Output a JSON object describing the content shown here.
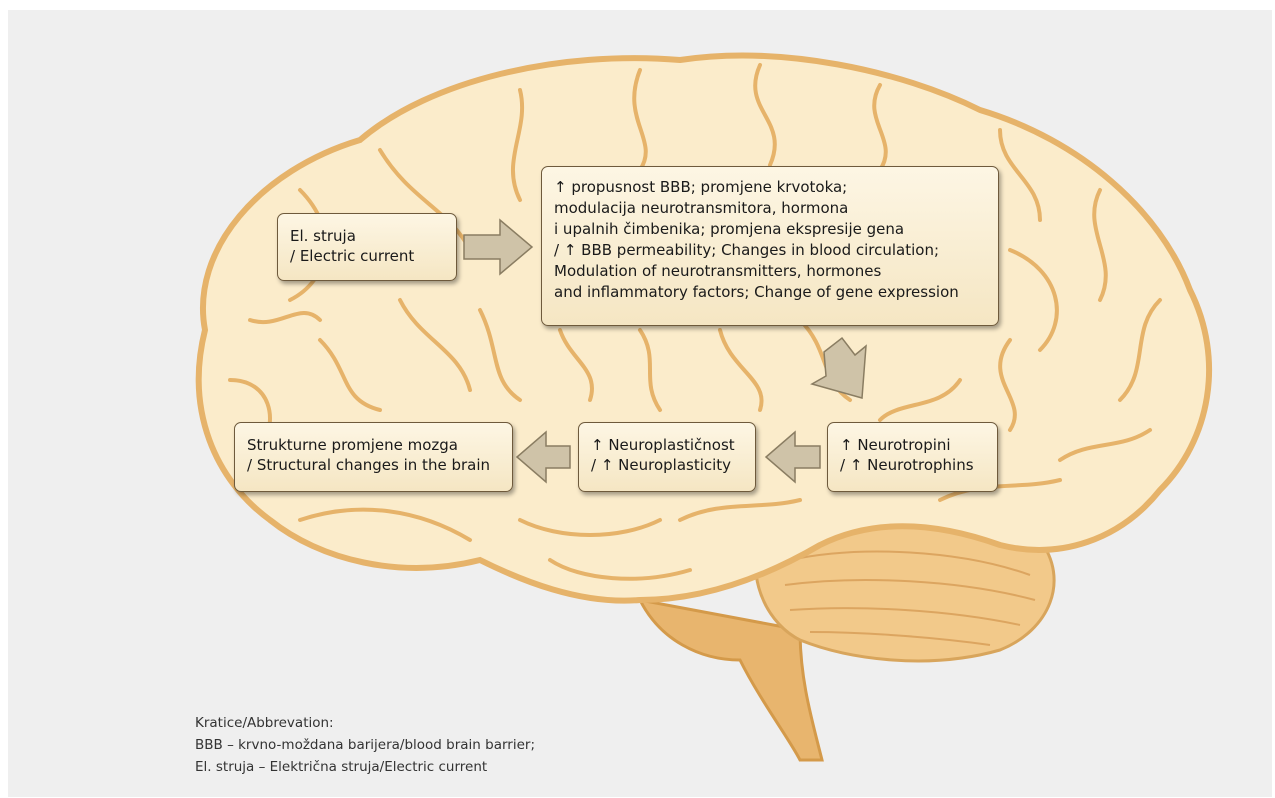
{
  "colors": {
    "background": "#efefef",
    "brain_fill": "#fbeccb",
    "brain_outline": "#e6b36a",
    "cerebellum": "#f2c98a",
    "brainstem": "#e8b56e",
    "box_fill": "#f8ecd2",
    "box_border": "#6e5a3c",
    "arrow_fill": "#cfc3a8",
    "arrow_stroke": "#8a7d62"
  },
  "boxes": {
    "electric": {
      "lines": [
        "El. struja",
        "/ Electric current"
      ]
    },
    "effects": {
      "lines": [
        "↑ propusnost BBB; promjene krvotoka;",
        "modulacija neurotransmitora, hormona",
        "i upalnih čimbenika; promjena ekspresije gena",
        "/ ↑ BBB permeability; Changes in blood circulation;",
        "Modulation of neurotransmitters, hormones",
        "and inflammatory factors; Change of gene expression"
      ]
    },
    "neurotrophins": {
      "lines": [
        "↑ Neurotropini",
        "/ ↑ Neurotrophins"
      ]
    },
    "neuroplasticity": {
      "lines": [
        "↑ Neuroplastičnost",
        "/ ↑ Neuroplasticity"
      ]
    },
    "structural": {
      "lines": [
        "Strukturne promjene mozga",
        "/ Structural changes in the brain"
      ]
    }
  },
  "legend": {
    "lines": [
      "Kratice/Abbrevation:",
      "BBB – krvno-moždana barijera/blood brain barrier;",
      "El. struja – Električna struja/Electric current"
    ]
  }
}
